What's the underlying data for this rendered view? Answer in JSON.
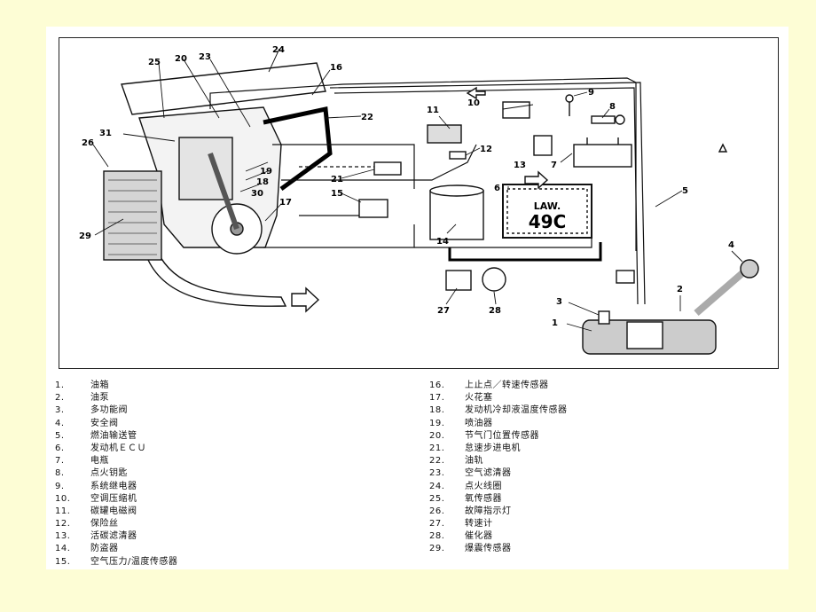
{
  "callouts": {
    "c1": "1",
    "c2": "2",
    "c3": "3",
    "c4": "4",
    "c5": "5",
    "c6": "6",
    "c7": "7",
    "c8": "8",
    "c9": "9",
    "c10": "10",
    "c11": "11",
    "c12": "12",
    "c13": "13",
    "c14": "14",
    "c15": "15",
    "c16": "16",
    "c17": "17",
    "c18": "18",
    "c19": "19",
    "c20": "20",
    "c21": "21",
    "c22": "22",
    "c23": "23",
    "c24": "24",
    "c25": "25",
    "c26": "26",
    "c27": "27",
    "c28": "28",
    "c29": "29",
    "c30": "30",
    "c31": "31"
  },
  "ecu_label_top": "LAW.",
  "ecu_label_bottom": "49C",
  "legend_left": [
    {
      "num": "1.",
      "text": "油箱"
    },
    {
      "num": "2.",
      "text": "油泵"
    },
    {
      "num": "3.",
      "text": "多功能阀"
    },
    {
      "num": "4.",
      "text": "安全阀"
    },
    {
      "num": "5.",
      "text": "燃油输送管"
    },
    {
      "num": "6.",
      "text": "发动机ＥＣＵ"
    },
    {
      "num": "7.",
      "text": "电瓶"
    },
    {
      "num": "8.",
      "text": "点火钥匙"
    },
    {
      "num": "9.",
      "text": "系统继电器"
    },
    {
      "num": "10.",
      "text": "空调压缩机"
    },
    {
      "num": "11.",
      "text": "碳罐电磁阀"
    },
    {
      "num": "12.",
      "text": "保险丝"
    },
    {
      "num": "13.",
      "text": "活碳滤清器"
    },
    {
      "num": "14.",
      "text": "防盗器"
    },
    {
      "num": "15.",
      "text": "空气压力/温度传感器"
    }
  ],
  "legend_right": [
    {
      "num": "16.",
      "text": "上止点／转速传感器"
    },
    {
      "num": "17.",
      "text": "火花塞"
    },
    {
      "num": "18.",
      "text": "发动机冷却液温度传感器"
    },
    {
      "num": "19.",
      "text": "喷油器"
    },
    {
      "num": "20.",
      "text": "节气门位置传感器"
    },
    {
      "num": "21.",
      "text": "怠速步进电机"
    },
    {
      "num": "22.",
      "text": "油轨"
    },
    {
      "num": "23.",
      "text": "空气滤清器"
    },
    {
      "num": "24.",
      "text": "点火线圈"
    },
    {
      "num": "25.",
      "text": "氧传感器"
    },
    {
      "num": "26.",
      "text": "故障指示灯"
    },
    {
      "num": "27.",
      "text": "转速计"
    },
    {
      "num": "28.",
      "text": "催化器"
    },
    {
      "num": "29.",
      "text": "爆震传感器"
    }
  ]
}
